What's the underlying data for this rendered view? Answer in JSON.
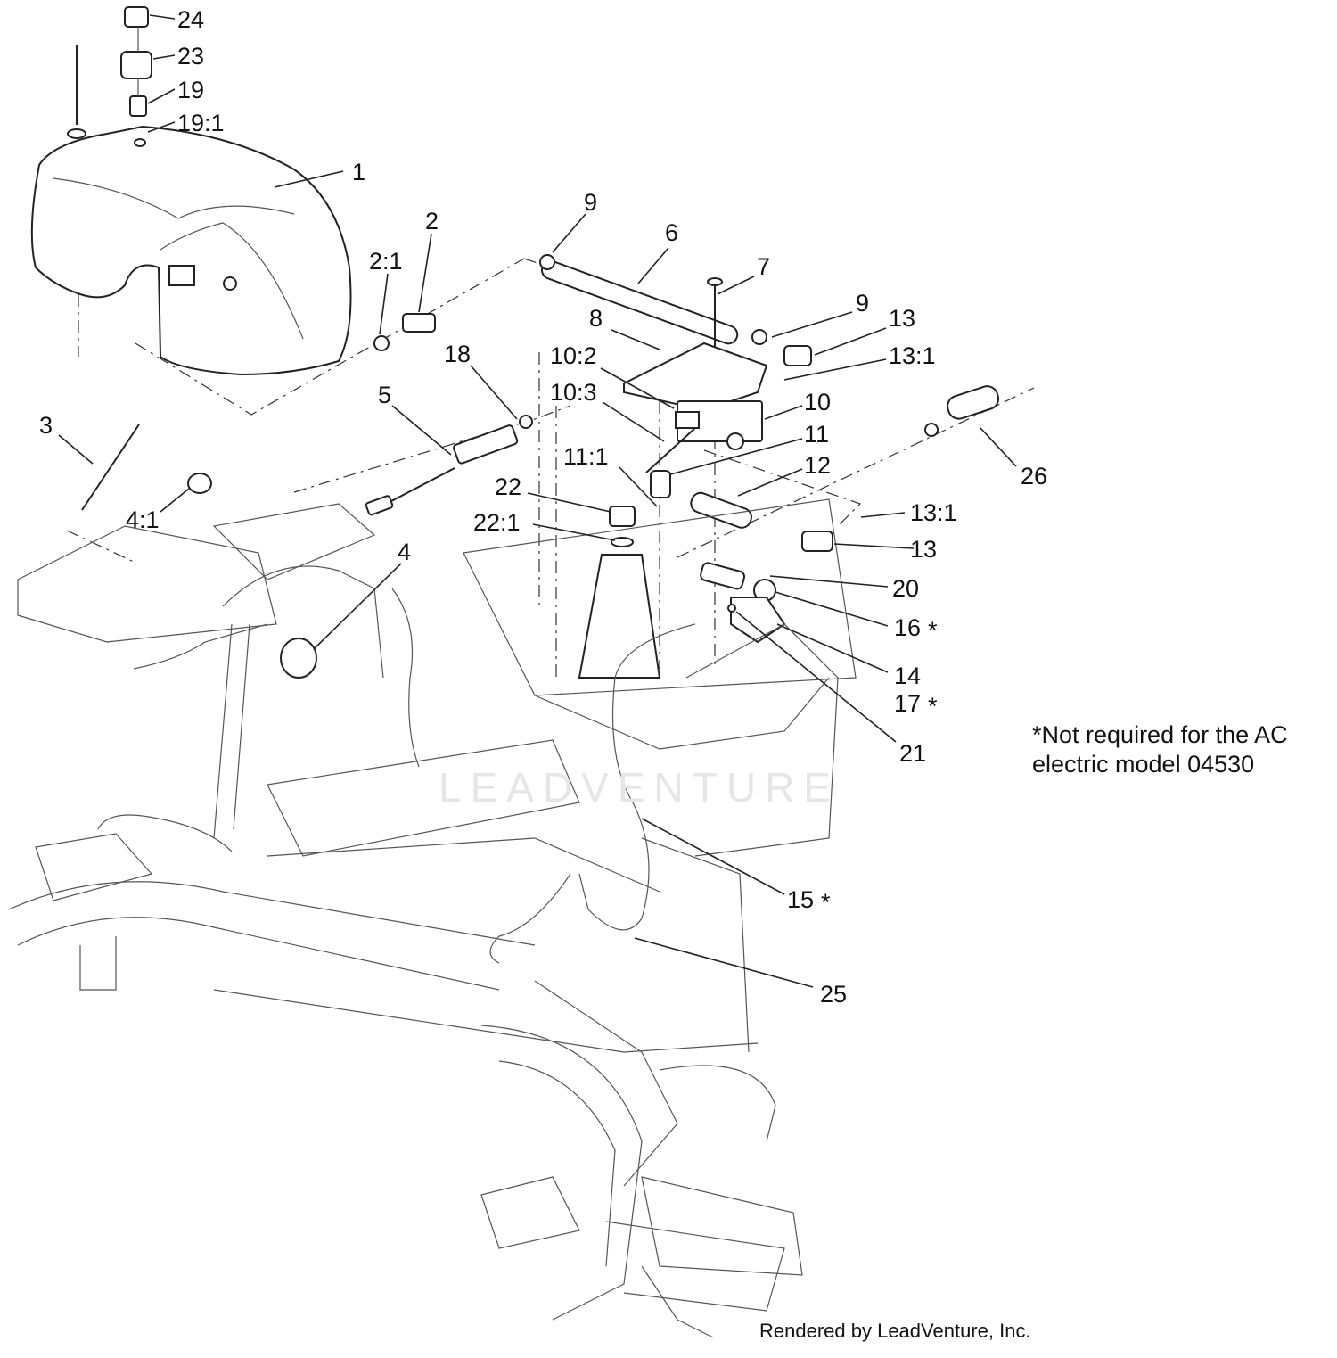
{
  "callouts": [
    {
      "id": "24",
      "label": "24"
    },
    {
      "id": "23",
      "label": "23"
    },
    {
      "id": "19",
      "label": "19"
    },
    {
      "id": "19_1",
      "label": "19:1"
    },
    {
      "id": "1",
      "label": "1"
    },
    {
      "id": "2",
      "label": "2"
    },
    {
      "id": "2_1",
      "label": "2:1"
    },
    {
      "id": "9a",
      "label": "9"
    },
    {
      "id": "6",
      "label": "6"
    },
    {
      "id": "7",
      "label": "7"
    },
    {
      "id": "9b",
      "label": "9"
    },
    {
      "id": "13a",
      "label": "13"
    },
    {
      "id": "8",
      "label": "8"
    },
    {
      "id": "13_1a",
      "label": "13:1"
    },
    {
      "id": "18",
      "label": "18"
    },
    {
      "id": "10_2",
      "label": "10:2"
    },
    {
      "id": "10",
      "label": "10"
    },
    {
      "id": "10_3",
      "label": "10:3"
    },
    {
      "id": "5",
      "label": "5"
    },
    {
      "id": "3",
      "label": "3"
    },
    {
      "id": "11",
      "label": "11"
    },
    {
      "id": "11_1",
      "label": "11:1"
    },
    {
      "id": "12",
      "label": "12"
    },
    {
      "id": "26",
      "label": "26"
    },
    {
      "id": "22",
      "label": "22"
    },
    {
      "id": "4_1",
      "label": "4:1"
    },
    {
      "id": "22_1",
      "label": "22:1"
    },
    {
      "id": "13_1b",
      "label": "13:1"
    },
    {
      "id": "13b",
      "label": "13"
    },
    {
      "id": "4",
      "label": "4"
    },
    {
      "id": "20",
      "label": "20"
    },
    {
      "id": "16",
      "label": "16"
    },
    {
      "id": "14",
      "label": "14"
    },
    {
      "id": "17",
      "label": "17"
    },
    {
      "id": "21",
      "label": "21"
    },
    {
      "id": "15",
      "label": "15"
    },
    {
      "id": "25",
      "label": "25"
    }
  ],
  "asterisk": "*",
  "note_lines": [
    "*Not required for the AC",
    "electric model 04530"
  ],
  "watermark": "LEADVENTURE",
  "credit": "Rendered by LeadVenture, Inc."
}
